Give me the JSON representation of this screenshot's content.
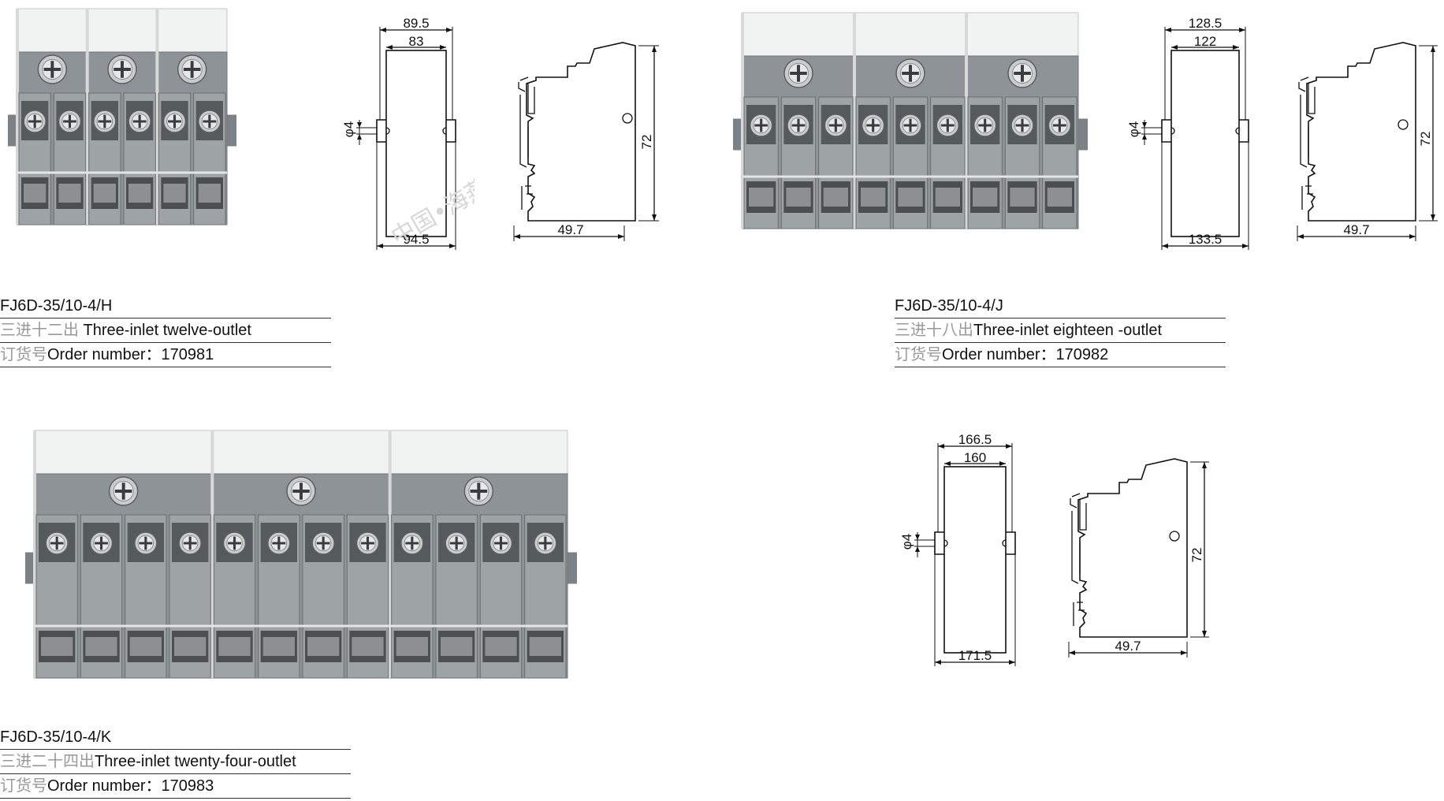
{
  "products": [
    {
      "model": "FJ6D-35/10-4/H",
      "desc_cn": "三进十二出",
      "desc_en": " Three-inlet twelve-outlet",
      "order_cn": "订货号",
      "order_label": "Order number：",
      "order_number": "170981",
      "inlets": 3,
      "outlets": 12,
      "front_dims": {
        "top_outer": "89.5",
        "top_inner": "83",
        "bottom": "94.5",
        "hole": "φ4"
      },
      "side_dims": {
        "height": "72",
        "depth": "49.7"
      }
    },
    {
      "model": "FJ6D-35/10-4/J",
      "desc_cn": "三进十八出",
      "desc_en": "Three-inlet eighteen -outlet",
      "order_cn": "订货号",
      "order_label": "Order number：",
      "order_number": "170982",
      "inlets": 3,
      "outlets": 18,
      "front_dims": {
        "top_outer": "128.5",
        "top_inner": "122",
        "bottom": "133.5",
        "hole": "φ4"
      },
      "side_dims": {
        "height": "72",
        "depth": "49.7"
      }
    },
    {
      "model": "FJ6D-35/10-4/K",
      "desc_cn": "三进二十四出",
      "desc_en": "Three-inlet twenty-four-outlet",
      "order_cn": "订货号",
      "order_label": "Order number：",
      "order_number": "170983",
      "inlets": 3,
      "outlets": 24,
      "front_dims": {
        "top_outer": "166.5",
        "top_inner": "160",
        "bottom": "171.5",
        "hole": "φ4"
      },
      "side_dims": {
        "height": "72",
        "depth": "49.7"
      }
    }
  ],
  "watermark": "中国•海燕接线盒",
  "colors": {
    "housing": "#8e9397",
    "cover": "#e9eceb",
    "line": "#111111",
    "caption_cn": "#9a9a9a"
  }
}
